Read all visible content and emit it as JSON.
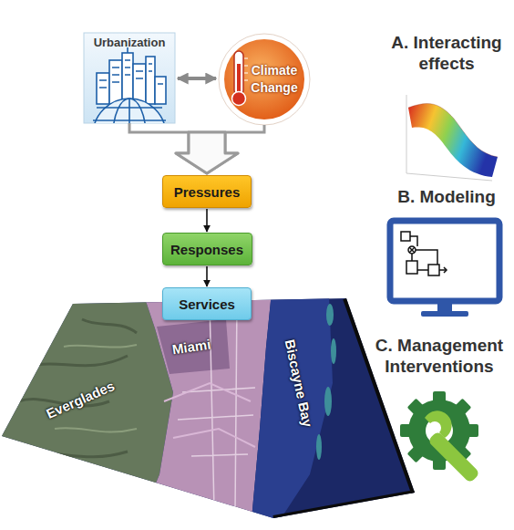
{
  "diagram": {
    "nodes": [
      {
        "text": [
          "Urbanization"
        ]
      },
      {
        "text": [
          "Climate Change"
        ]
      },
      {
        "text": [
          "Pressures"
        ]
      },
      {
        "text": [
          "Responses"
        ]
      },
      {
        "text": [
          "Services"
        ]
      }
    ],
    "edges": [
      {
        "from": 0,
        "to": 1,
        "arrow": "both"
      },
      {
        "from": 0,
        "to": 2,
        "arrow": "to"
      },
      {
        "from": 1,
        "to": 2,
        "arrow": "to"
      },
      {
        "from": 2,
        "to": 3,
        "arrow": "to"
      },
      {
        "from": 3,
        "to": 4,
        "arrow": "to"
      }
    ],
    "labels": [
      "A. Interacting effects",
      "B. Modeling",
      "C. Management Interventions",
      "Everglades",
      "Miami",
      "Biscayne Bay"
    ]
  }
}
